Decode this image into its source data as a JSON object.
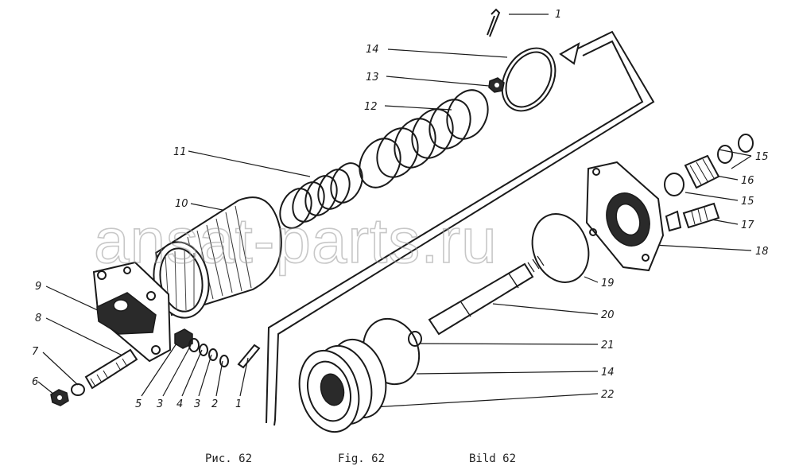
{
  "watermark": "ansat-parts.ru",
  "captions": [
    "Рис. 62",
    "Fig. 62",
    "Bild 62"
  ],
  "callouts": [
    "1",
    "14",
    "13",
    "12",
    "11",
    "10",
    "9",
    "8",
    "7",
    "6",
    "5",
    "3",
    "4",
    "3",
    "2",
    "1",
    "15",
    "16",
    "15",
    "17",
    "18",
    "19",
    "20",
    "21",
    "14",
    "22"
  ],
  "colors": {
    "ink": "#1a1a1a",
    "paper": "#ffffff",
    "watermark": "#9a9a9a"
  }
}
